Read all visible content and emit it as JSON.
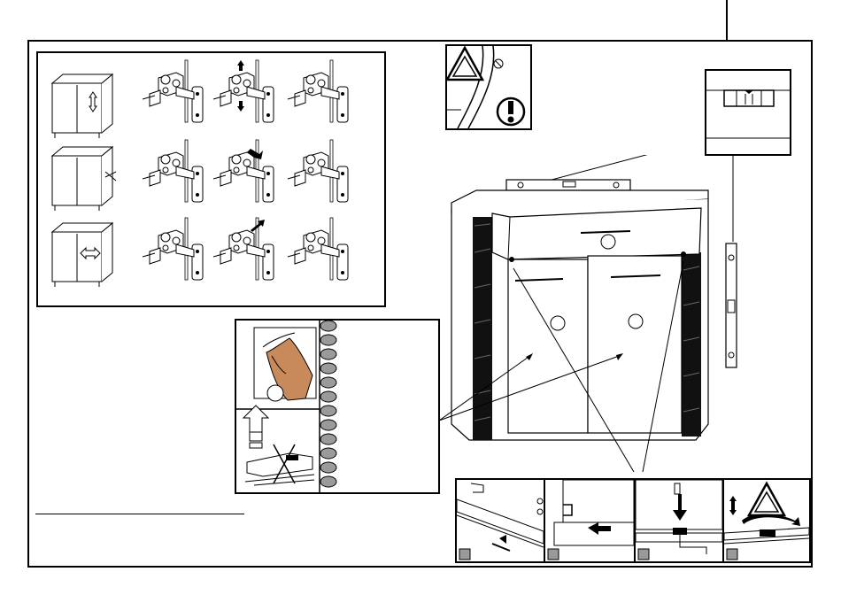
{
  "page": {
    "title": "",
    "colors": {
      "ink": "#000000",
      "paper": "#ffffff",
      "grey": "#9a9a9a",
      "hand": "#c98a5b"
    }
  },
  "panels": {
    "hinge_adjustment": {
      "rows": 3,
      "columns": 4,
      "icons": [
        "cabinet-updown-icon",
        "cabinet-depth-icon",
        "cabinet-sideways-icon",
        "hinge-icon"
      ]
    },
    "warning_inset": {
      "icons": [
        "warning-triangle-icon",
        "exclamation-icon"
      ]
    },
    "level_detail": {
      "icons": [
        "spirit-level-icon"
      ]
    },
    "cleaning_panel": {
      "pad_count": 12,
      "icons": [
        "hand-cloth-icon",
        "arrow-up-icon",
        "no-chemicals-icon"
      ]
    },
    "bottom_steps": {
      "count": 4,
      "icons": [
        "drawer-runner-icon",
        "push-arrow-icon",
        "down-arrow-icon",
        "warning-triangle-icon"
      ]
    }
  },
  "main": {
    "icons": [
      "sideboard-icon",
      "spirit-level-icon"
    ]
  }
}
